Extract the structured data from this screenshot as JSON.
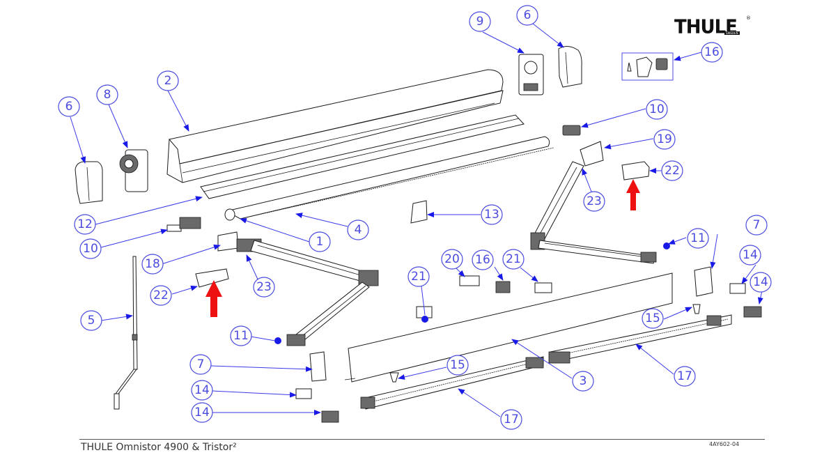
{
  "brand": {
    "logo_text": "THULE",
    "logo_subtext": "SWEDEN",
    "registered_mark": "®"
  },
  "footer": {
    "title": "THULE Omnistor 4900 & Tristor²",
    "document_code": "4AY602-04"
  },
  "callouts": [
    {
      "id": "c-2",
      "label": "2"
    },
    {
      "id": "c-6a",
      "label": "6"
    },
    {
      "id": "c-8",
      "label": "8"
    },
    {
      "id": "c-9",
      "label": "9"
    },
    {
      "id": "c-6b",
      "label": "6"
    },
    {
      "id": "c-16a",
      "label": "16"
    },
    {
      "id": "c-10a",
      "label": "10"
    },
    {
      "id": "c-19",
      "label": "19"
    },
    {
      "id": "c-22a",
      "label": "22"
    },
    {
      "id": "c-23a",
      "label": "23"
    },
    {
      "id": "c-12",
      "label": "12"
    },
    {
      "id": "c-13",
      "label": "13"
    },
    {
      "id": "c-10b",
      "label": "10"
    },
    {
      "id": "c-1",
      "label": "1"
    },
    {
      "id": "c-4",
      "label": "4"
    },
    {
      "id": "c-11a",
      "label": "11"
    },
    {
      "id": "c-18",
      "label": "18"
    },
    {
      "id": "c-23b",
      "label": "23"
    },
    {
      "id": "c-7a",
      "label": "7"
    },
    {
      "id": "c-20",
      "label": "20"
    },
    {
      "id": "c-16b",
      "label": "16"
    },
    {
      "id": "c-21a",
      "label": "21"
    },
    {
      "id": "c-14a",
      "label": "14"
    },
    {
      "id": "c-14b",
      "label": "14"
    },
    {
      "id": "c-22b",
      "label": "22"
    },
    {
      "id": "c-21b",
      "label": "21"
    },
    {
      "id": "c-5",
      "label": "5"
    },
    {
      "id": "c-15a",
      "label": "15"
    },
    {
      "id": "c-11b",
      "label": "11"
    },
    {
      "id": "c-7b",
      "label": "7"
    },
    {
      "id": "c-3",
      "label": "3"
    },
    {
      "id": "c-17a",
      "label": "17"
    },
    {
      "id": "c-15b",
      "label": "15"
    },
    {
      "id": "c-14c",
      "label": "14"
    },
    {
      "id": "c-14d",
      "label": "14"
    },
    {
      "id": "c-17b",
      "label": "17"
    }
  ],
  "highlights": {
    "marker_color": "#ee1111",
    "callout_color": "#4a4ae0",
    "highlighted_part": "22"
  }
}
